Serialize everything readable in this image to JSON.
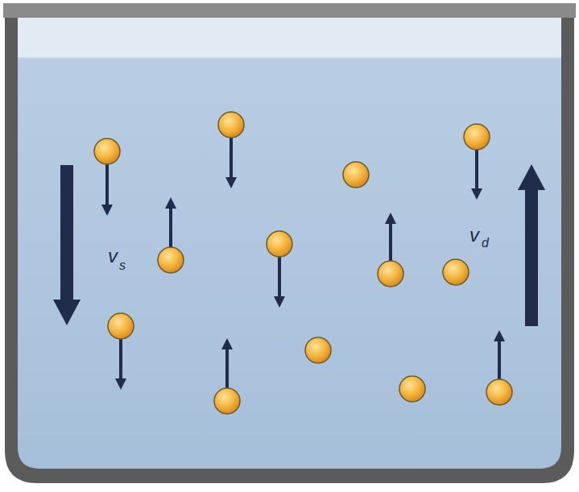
{
  "diagram": {
    "labels": [
      "v",
      "s",
      "v",
      "d"
    ]
  }
}
